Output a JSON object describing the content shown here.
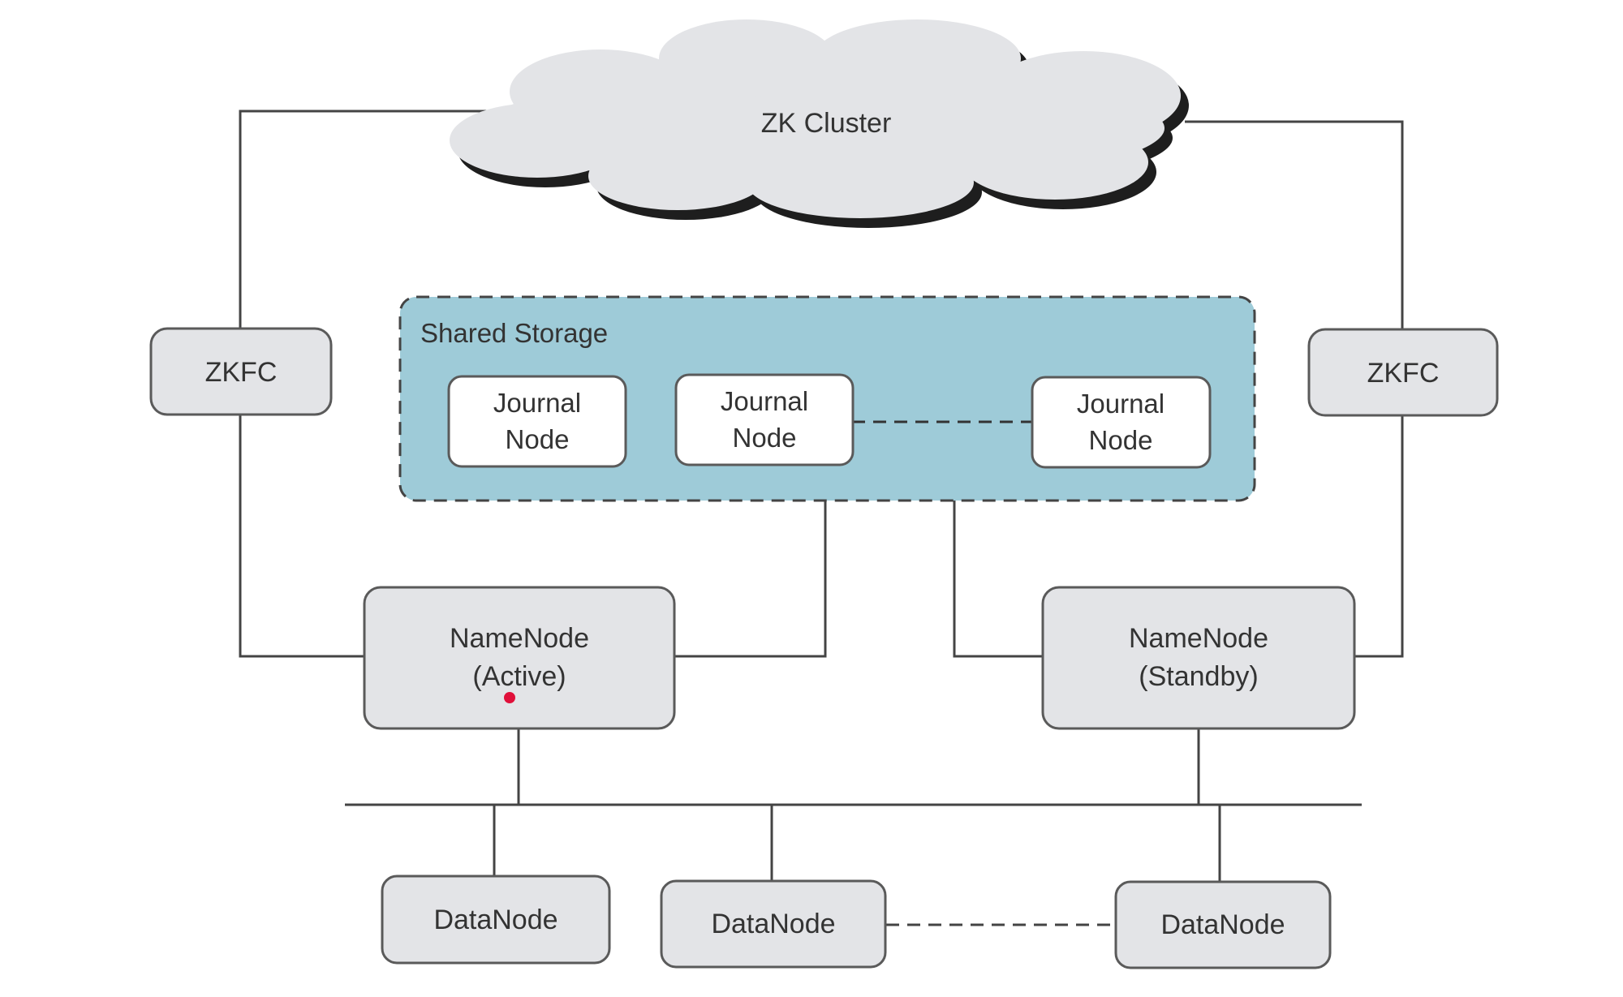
{
  "diagram": {
    "cloud": {
      "label": "ZK Cluster"
    },
    "zkfc_left": {
      "label": "ZKFC"
    },
    "zkfc_right": {
      "label": "ZKFC"
    },
    "shared_storage": {
      "title": "Shared Storage",
      "journal_nodes": [
        {
          "line1": "Journal",
          "line2": "Node"
        },
        {
          "line1": "Journal",
          "line2": "Node"
        },
        {
          "line1": "Journal",
          "line2": "Node"
        }
      ]
    },
    "namenode_active": {
      "line1": "NameNode",
      "line2": "(Active)"
    },
    "namenode_standby": {
      "line1": "NameNode",
      "line2": "(Standby)"
    },
    "datanodes": [
      {
        "label": "DataNode"
      },
      {
        "label": "DataNode"
      },
      {
        "label": "DataNode"
      }
    ],
    "colors": {
      "node_fill": "#e3e4e7",
      "node_stroke": "#5a5a5a",
      "storage_fill": "#9ecbd8",
      "storage_stroke": "#444444",
      "journal_fill": "#ffffff",
      "line": "#444444",
      "cloud_fill": "#e3e4e7",
      "cloud_shadow": "#1e1e1e",
      "text": "#333333",
      "marker": "#e0103a"
    }
  }
}
